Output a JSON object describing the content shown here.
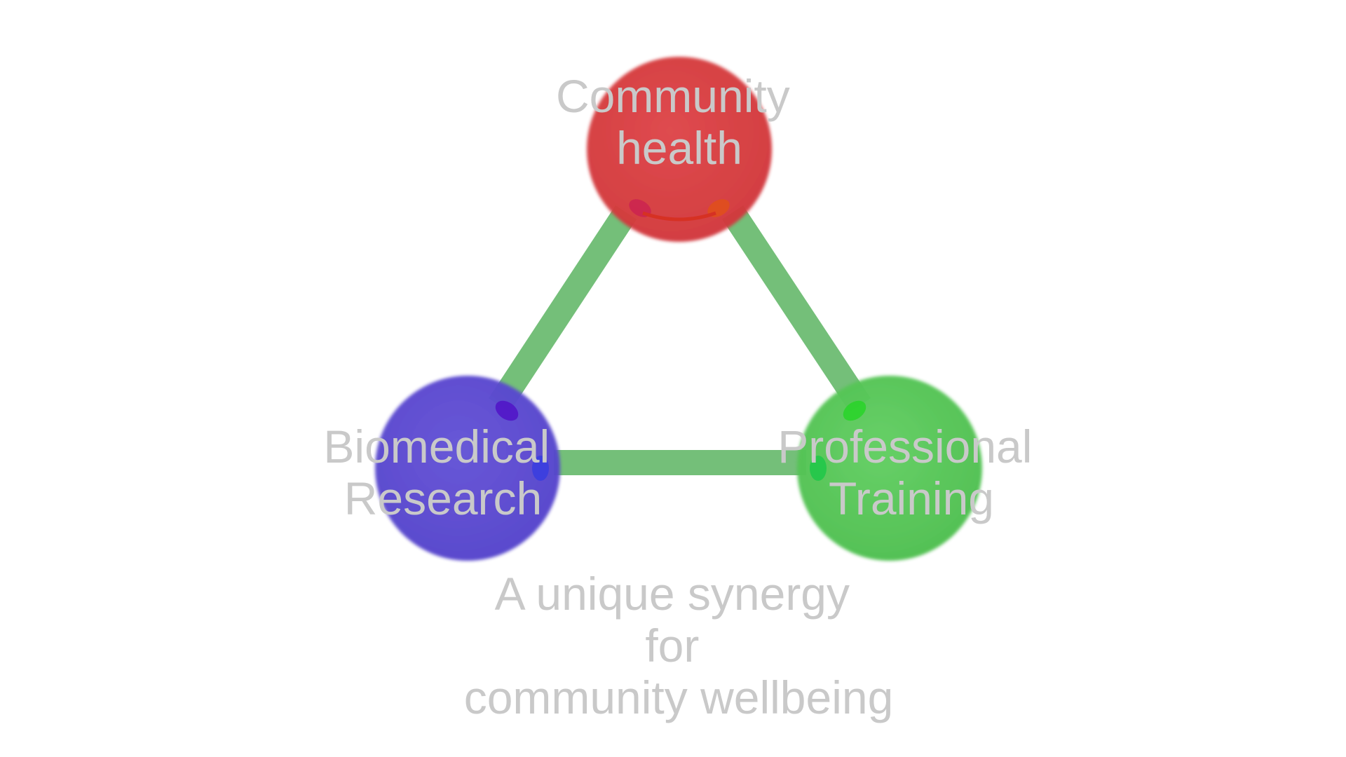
{
  "colors": {
    "community": "#d83a3e",
    "research": "#5a4bd2",
    "training": "#52c552",
    "connector": "#5cb462",
    "label": "#c9c9c9"
  },
  "nodes": {
    "community": {
      "line1": "Community",
      "line2": "health"
    },
    "research": {
      "line1": "Biomedical",
      "line2": "Research"
    },
    "training": {
      "line1": "Professional",
      "line2": "Training"
    }
  },
  "tagline": {
    "line1": "A unique synergy",
    "line2": "for",
    "line3": "community wellbeing"
  }
}
